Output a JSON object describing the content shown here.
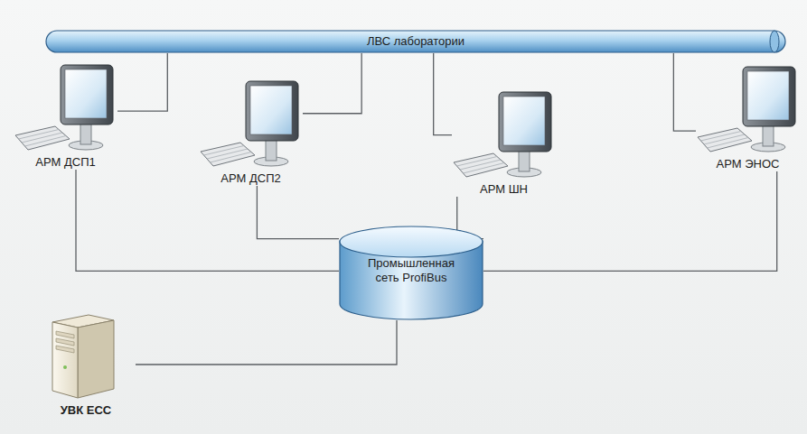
{
  "diagram": {
    "nodes": [
      {
        "text": [
          "ЛВС лаборатории"
        ]
      },
      {
        "text": [
          "АРМ ДСП1"
        ]
      },
      {
        "text": [
          "АРМ ДСП2"
        ]
      },
      {
        "text": [
          "АРМ ШН"
        ]
      },
      {
        "text": [
          "АРМ ЭНОС"
        ]
      },
      {
        "text": [
          "Промышленная сеть ProfiBus"
        ]
      },
      {
        "text": [
          "УВК ЕСС"
        ]
      }
    ],
    "edges": [
      {
        "from": 0,
        "to": 1,
        "arrow": "none"
      },
      {
        "from": 0,
        "to": 2,
        "arrow": "none"
      },
      {
        "from": 0,
        "to": 3,
        "arrow": "none"
      },
      {
        "from": 0,
        "to": 4,
        "arrow": "none"
      },
      {
        "from": 1,
        "to": 5,
        "arrow": "none"
      },
      {
        "from": 2,
        "to": 5,
        "arrow": "none"
      },
      {
        "from": 3,
        "to": 5,
        "arrow": "none"
      },
      {
        "from": 4,
        "to": 5,
        "arrow": "none"
      },
      {
        "from": 6,
        "to": 5,
        "arrow": "none"
      }
    ]
  }
}
